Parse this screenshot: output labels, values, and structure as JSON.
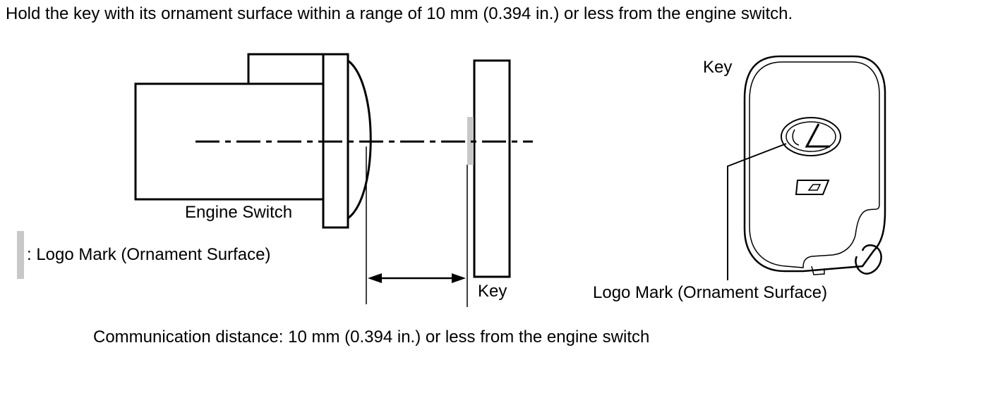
{
  "instruction": "Hold the key with its ornament surface within a range of 10 mm (0.394 in.) or less from the engine switch.",
  "labels": {
    "engine_switch": "Engine Switch",
    "key_side": "Key",
    "key_fob": "Key",
    "logo_mark_fob": "Logo Mark (Ornament Surface)"
  },
  "legend": {
    "text": ": Logo Mark (Ornament Surface)",
    "swatch_color": "#c8c8c8"
  },
  "caption": "Communication distance: 10 mm (0.394 in.) or less from the engine switch",
  "colors": {
    "line": "#000000",
    "ornament_highlight": "#c8c8c8",
    "background": "#ffffff"
  }
}
